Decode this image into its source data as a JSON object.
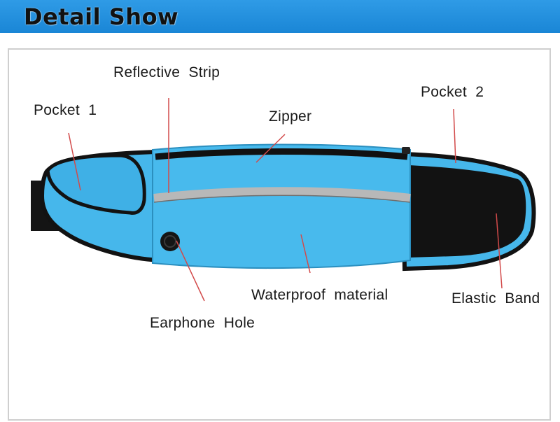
{
  "header": {
    "title": "Detail Show",
    "bar_color": "#1a86d6"
  },
  "product": {
    "body_color": "#45b6ea",
    "trim_color": "#111111",
    "strip_color": "#b9b9b9"
  },
  "labels": {
    "reflective_strip": "Reflective  Strip",
    "pocket1": "Pocket  1",
    "zipper": "Zipper",
    "pocket2": "Pocket  2",
    "waterproof": "Waterproof  material",
    "elastic_band": "Elastic  Band",
    "earphone_hole": "Earphone  Hole"
  },
  "leader_line_color": "#d24a4a"
}
